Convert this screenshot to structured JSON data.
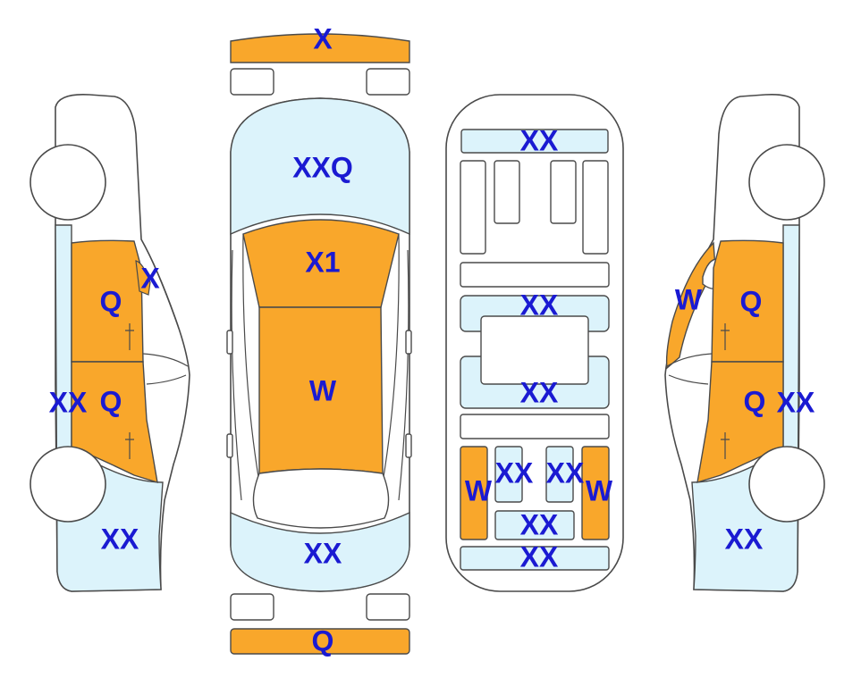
{
  "colors": {
    "damage_orange": "#f9a72b",
    "panel_light_blue": "#dcf3fb",
    "label_blue": "#1a1ad2",
    "outline": "#4a4a4a"
  },
  "views": {
    "left_side": {
      "front_door": "X",
      "front_door_panel": "Q",
      "rear_door_panel": "Q",
      "rocker": "XX",
      "rear_quarter": "XX"
    },
    "top": {
      "front_bumper": "X",
      "hood": "XXQ",
      "windshield": "X1",
      "roof": "W",
      "trunk": "XX",
      "rear_bumper": "Q"
    },
    "underbody": {
      "front_panel": "XX",
      "mid_panel_upper": "XX",
      "mid_panel_lower": "XX",
      "rear_left_rail": "W",
      "rear_inner_left": "XX",
      "rear_inner_right": "XX",
      "rear_right_rail": "W",
      "rear_center": "XX",
      "rear_panel": "XX"
    },
    "right_side": {
      "a_pillar": "W",
      "front_door_panel": "Q",
      "rear_door_panel": "Q",
      "rocker": "XX",
      "rear_quarter": "XX"
    }
  }
}
